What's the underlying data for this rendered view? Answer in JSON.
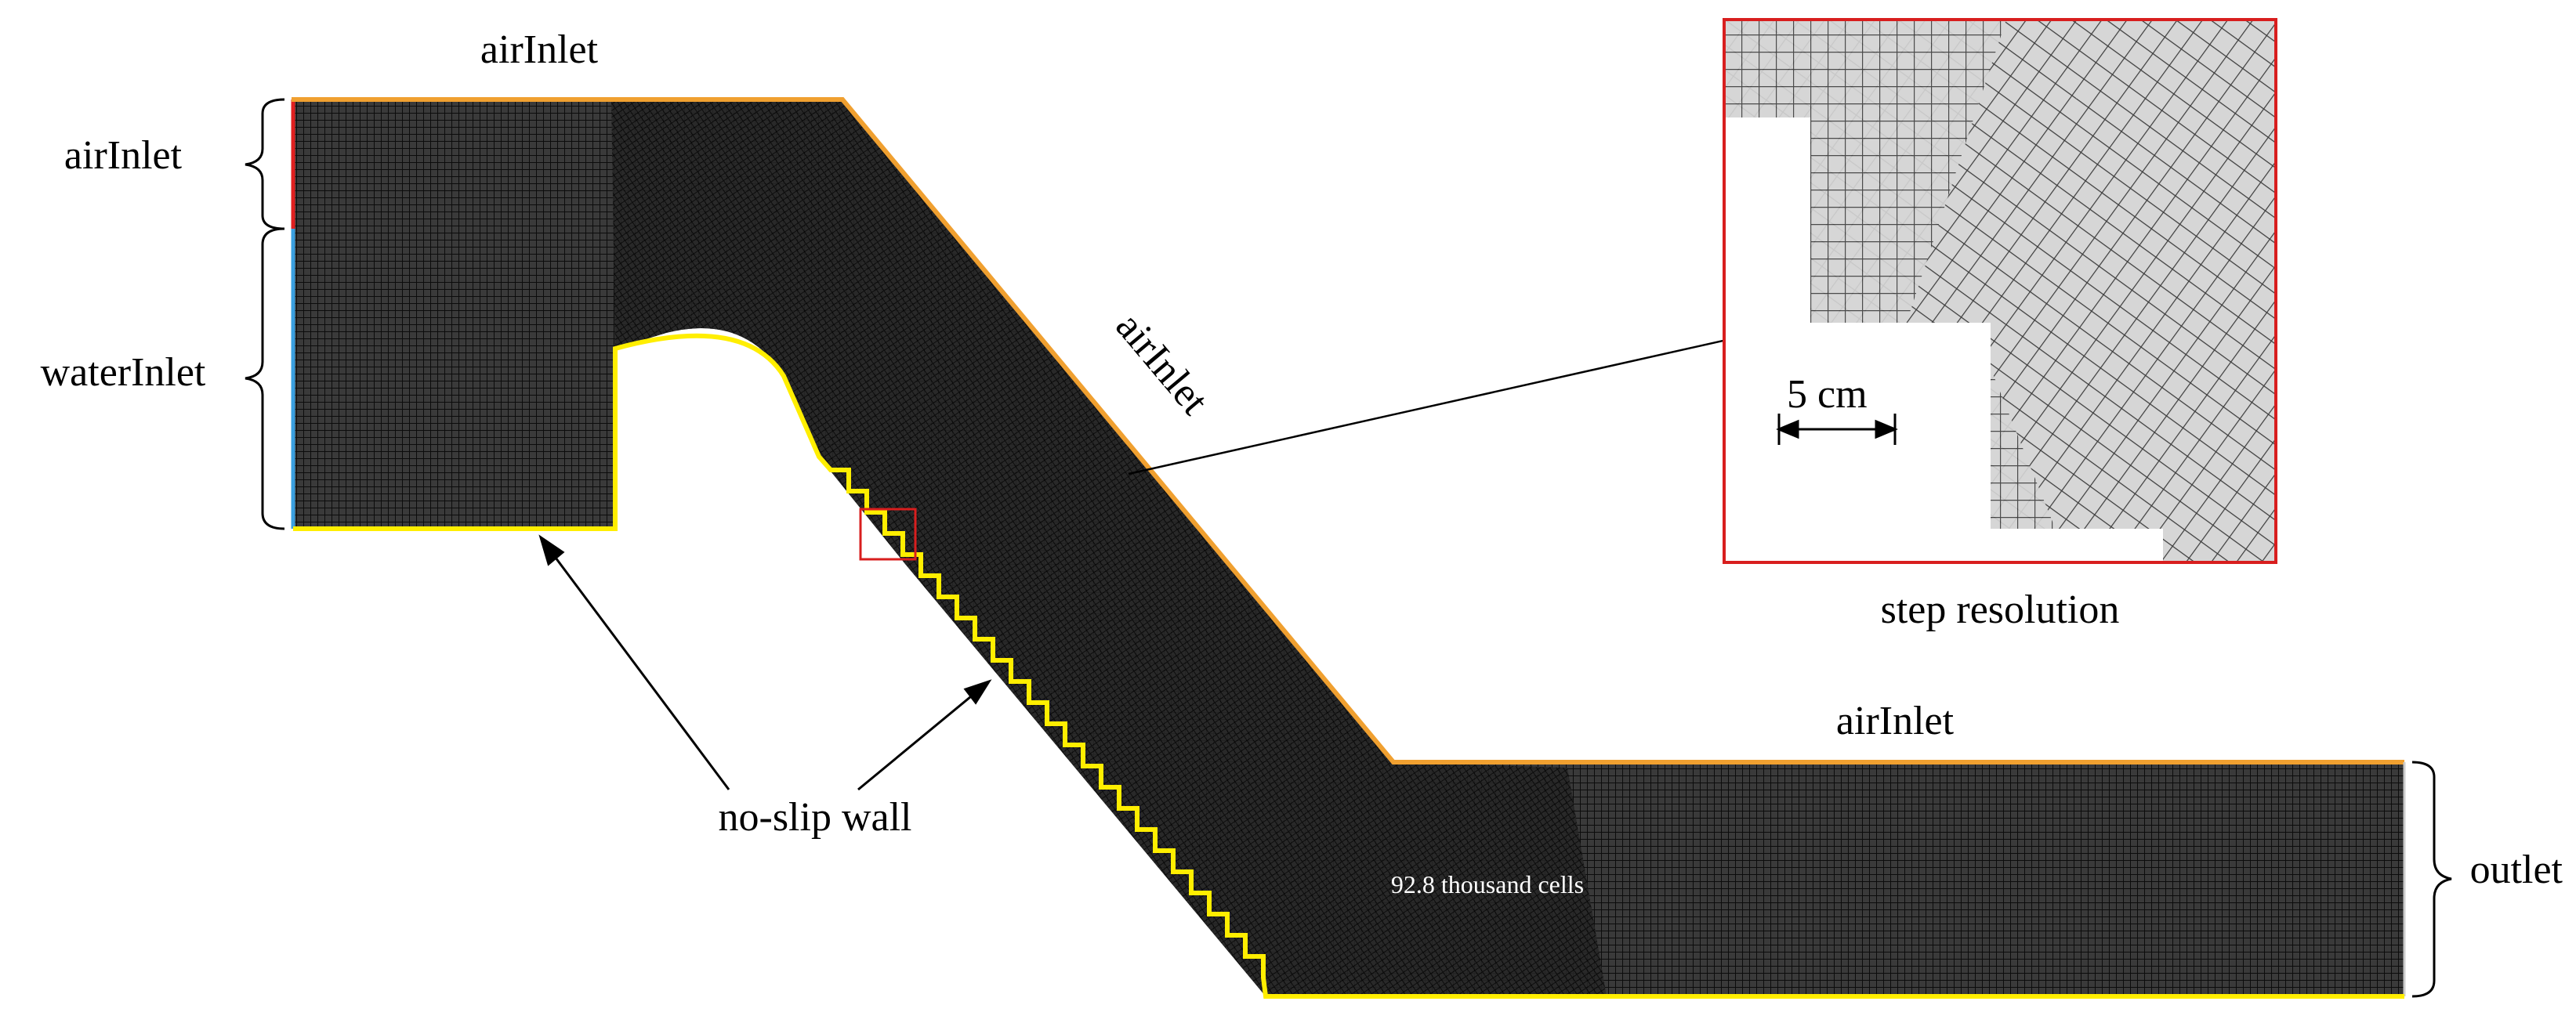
{
  "labels": {
    "air_inlet_top": "airInlet",
    "air_inlet_left": "airInlet",
    "water_inlet": "waterInlet",
    "air_inlet_slope": "airInlet",
    "air_inlet_bottom": "airInlet",
    "outlet": "outlet",
    "no_slip_wall": "no-slip wall",
    "cell_count": "92.8 thousand cells",
    "step_resolution": "step resolution",
    "scale": "5 cm"
  },
  "colors": {
    "air_inlet_left_boundary": "#e02020",
    "water_inlet_boundary": "#3aa0e0",
    "air_inlet_top_boundary": "#f0a030",
    "no_slip_wall_boundary": "#ffee00",
    "inset_frame": "#d81e1e",
    "mesh_dark": "#1a1a1a",
    "mesh_gray": "#d4d4d4"
  }
}
